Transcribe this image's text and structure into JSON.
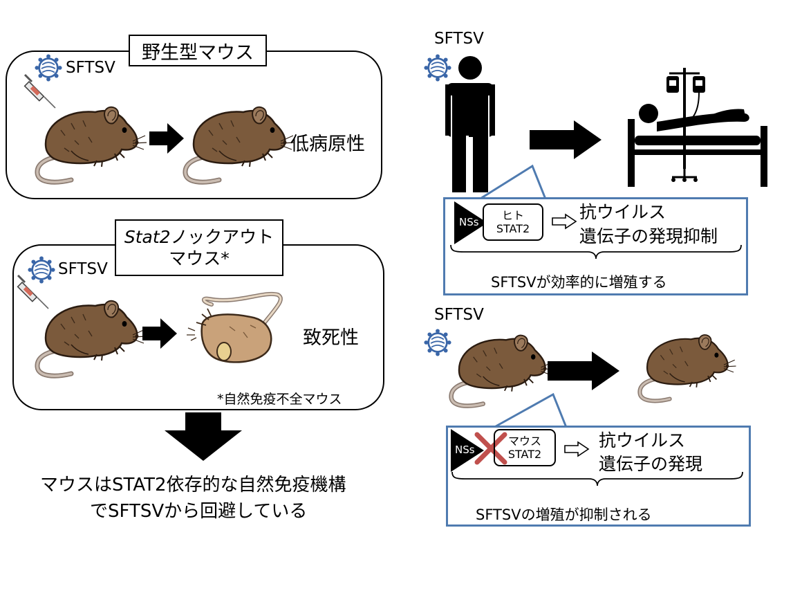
{
  "left": {
    "wildtype": {
      "title": "野生型マウス",
      "virus_label": "SFTSV",
      "outcome": "低病原性"
    },
    "knockout": {
      "title_italic": "Stat2",
      "title_rest_line1": "ノックアウト",
      "title_line2": "マウス*",
      "virus_label": "SFTSV",
      "outcome": "致死性",
      "footnote": "*自然免疫不全マウス"
    },
    "conclusion_line1": "マウスはSTAT2依存的な自然免疫機構",
    "conclusion_line2": "でSFTSVから回避している"
  },
  "right_top": {
    "virus_label": "SFTSV",
    "nss_label": "NSs",
    "gene_line1": "ヒト",
    "gene_line2": "STAT2",
    "result_line1": "抗ウイルス",
    "result_line2": "遺伝子の発現抑制",
    "summary": "SFTSVが効率的に増殖する"
  },
  "right_bottom": {
    "virus_label": "SFTSV",
    "nss_label": "NSs",
    "gene_line1": "マウス",
    "gene_line2": "STAT2",
    "result_line1": "抗ウイルス",
    "result_line2": "遺伝子の発現",
    "summary": "SFTSVの増殖が抑制される"
  },
  "colors": {
    "callout_border": "#4f7bb0",
    "mouse_fur": "#7b5a3c",
    "dead_mouse": "#c9a27a",
    "cross": "#c0504d",
    "virus": "#3a66a8"
  }
}
